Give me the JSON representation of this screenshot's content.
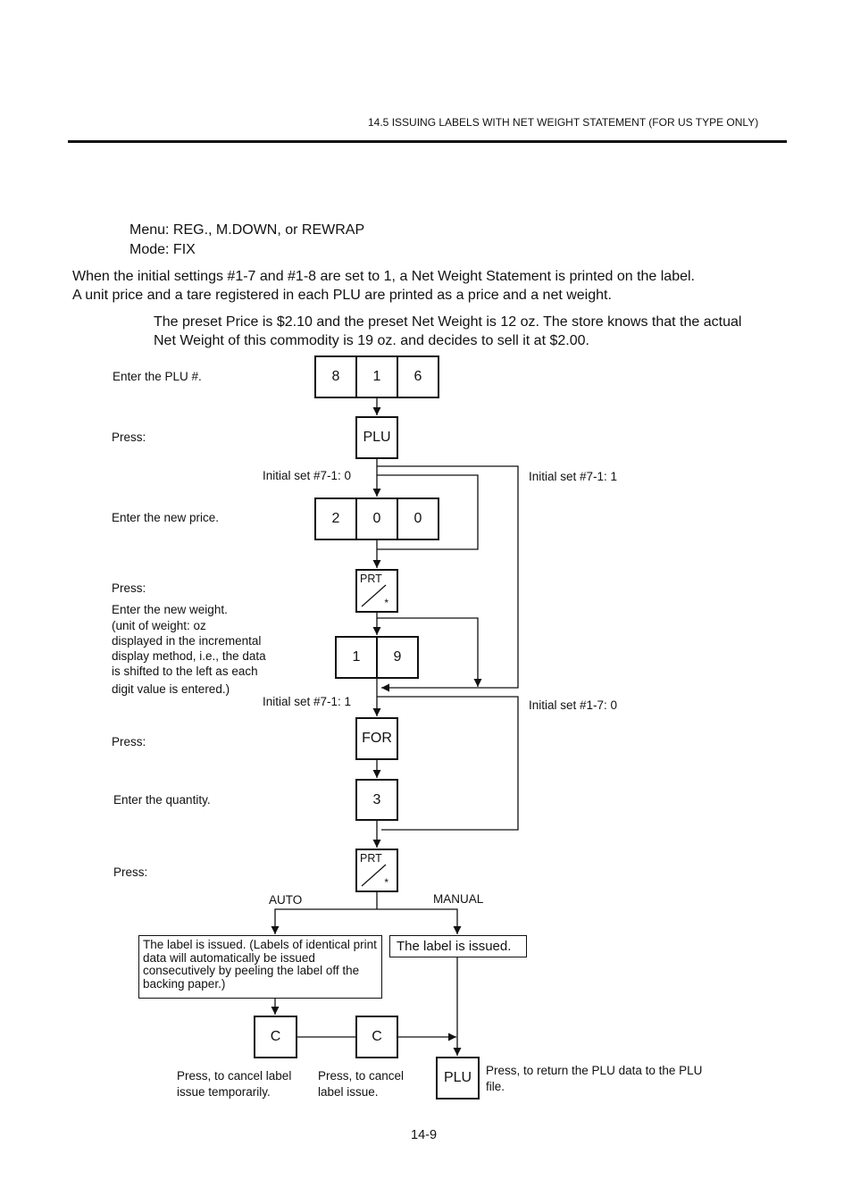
{
  "header": {
    "section_title": "14.5 ISSUING LABELS WITH NET WEIGHT STATEMENT (FOR US TYPE ONLY)"
  },
  "intro": {
    "menu_line": "Menu: REG., M.DOWN, or REWRAP",
    "mode_line": "Mode: FIX",
    "paragraph_line1": "When the initial settings #1-7 and #1-8 are set to 1, a Net Weight Statement is printed on the label.",
    "paragraph_line2": "A unit price and a tare registered in each PLU are printed as a price and a net weight.",
    "example_line1": "The preset Price is $2.10 and the preset Net Weight is 12 oz.  The store knows that the actual",
    "example_line2": "Net Weight of this commodity is 19 oz.  and decides to sell it at $2.00."
  },
  "flow": {
    "step_enter_plu": "Enter the PLU #.",
    "plu_digits": [
      "8",
      "1",
      "6"
    ],
    "step_press_1": "Press:",
    "plu_key": "PLU",
    "branch_a_left": "Initial set #7-1: 0",
    "branch_a_right": "Initial set #7-1: 1",
    "step_new_price": "Enter the new price.",
    "price_digits": [
      "2",
      "0",
      "0"
    ],
    "step_press_2": "Press:",
    "prt_key_label": "PRT",
    "prt_key_star": "*",
    "weight_desc": [
      "Enter the new weight.",
      "(unit of weight:  oz",
      "displayed in the incremental",
      "display method, i.e., the data",
      "is shifted to the left as each",
      "digit value is entered.)"
    ],
    "weight_digits": [
      "1",
      "9"
    ],
    "branch_b_left": "Initial set #7-1: 1",
    "branch_b_right": "Initial set #1-7: 0",
    "step_press_3": "Press:",
    "for_key": "FOR",
    "step_quantity": "Enter the quantity.",
    "quantity_digit": "3",
    "step_press_4": "Press:",
    "auto_label": "AUTO",
    "manual_label": "MANUAL",
    "auto_result": "The label is issued.  (Labels of identical print data will automatically be issued consecutively by peeling the label off the backing paper.)",
    "manual_result": "The label is issued.",
    "clear_key": "C",
    "clear_note_1": "Press, to cancel label issue temporarily.",
    "clear_note_2": "Press, to cancel label issue.",
    "plu_return_key": "PLU",
    "plu_return_note": "Press, to return the PLU data to the PLU file."
  },
  "footer": {
    "page_number": "14-9"
  }
}
